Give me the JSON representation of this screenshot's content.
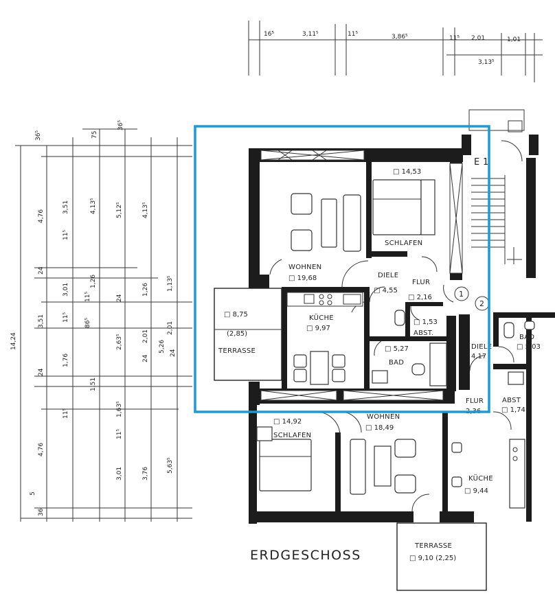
{
  "plan": {
    "title": "ERDGESCHOSS",
    "highlight_color": "#1a9ad6",
    "rooms": [
      {
        "key": "schlafen1",
        "name": "SCHLAFEN",
        "area": "□ 14,53"
      },
      {
        "key": "wohnen1",
        "name": "WOHNEN",
        "area": "□ 19,68"
      },
      {
        "key": "diele1",
        "name": "DIELE",
        "area": "□ 4,55"
      },
      {
        "key": "flur1",
        "name": "FLUR",
        "area": "□ 2,16"
      },
      {
        "key": "kueche1",
        "name": "KÜCHE",
        "area": "□ 9,97"
      },
      {
        "key": "abst1",
        "name": "ABST.",
        "area": "□ 1,53"
      },
      {
        "key": "bad1",
        "name": "BAD",
        "area": "□ 5,27"
      },
      {
        "key": "terrasse1",
        "name": "TERRASSE",
        "area": "□ 8,75",
        "extra": "(2,85)"
      },
      {
        "key": "bad2",
        "name": "BAD",
        "area": "□ 5,03"
      },
      {
        "key": "diele2",
        "name": "DIELE",
        "area": "4,17"
      },
      {
        "key": "flur2",
        "name": "FLUR",
        "area": "2,36"
      },
      {
        "key": "abst2",
        "name": "ABST",
        "area": "□ 1,74"
      },
      {
        "key": "schlafen2",
        "name": "SCHLAFEN",
        "area": "□ 14,92"
      },
      {
        "key": "wohnen2",
        "name": "WOHNEN",
        "area": "□ 18,49"
      },
      {
        "key": "kueche2",
        "name": "KÜCHE",
        "area": "□ 9,44"
      },
      {
        "key": "terrasse2",
        "name": "TERRASSE",
        "area": "□ 9,10 (2,25)"
      }
    ],
    "markers": {
      "m1": "1",
      "m2": "2",
      "entrance": "E 1"
    },
    "top_dims": [
      "16⁵",
      "3,11⁵",
      "11⁵",
      "3,86⁵",
      "11⁵",
      "2,01",
      "1,01",
      "3,13⁵"
    ],
    "left_dims": [
      "36⁵",
      "4,76",
      "3,51",
      "11⁵",
      "24",
      "3,01",
      "11⁵",
      "3,51",
      "1,76",
      "24",
      "11⁵",
      "4,76",
      "36",
      "5",
      "14,24",
      "75",
      "4,13⁵",
      "1,26",
      "11⁵",
      "86⁵",
      "2,63⁵",
      "1,51",
      "1,63⁵",
      "11⁵",
      "3,01",
      "36⁵",
      "5,12⁵",
      "24",
      "1,26",
      "2,01",
      "24",
      "3,76",
      "4,13⁵",
      "1,13⁵",
      "2,01",
      "5,26",
      "24",
      "5,63⁵"
    ]
  }
}
